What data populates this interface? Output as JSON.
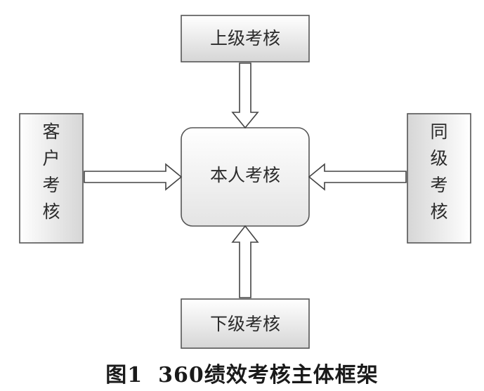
{
  "boxes": {
    "top": "上级考核",
    "center": "本人考核",
    "bottom": "下级考核",
    "left": "客户考核",
    "right": "同级考核"
  },
  "caption": {
    "number": "图1",
    "text": "360绩效考核主体框架"
  },
  "colors": {
    "box_fill_light": "#ffffff",
    "box_fill_dark": "#d9d9d9",
    "box_stroke": "#555555",
    "arrow_fill": "#ffffff",
    "arrow_stroke": "#444444"
  }
}
